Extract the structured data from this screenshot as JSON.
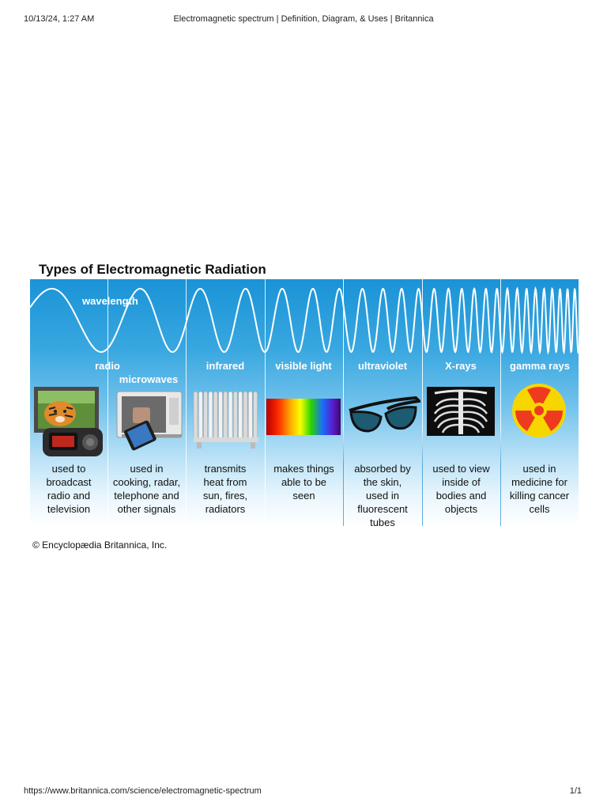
{
  "page_header": {
    "datetime": "10/13/24, 1:27 AM",
    "title": "Electromagnetic spectrum | Definition, Diagram, & Uses | Britannica"
  },
  "page_footer": {
    "url": "https://www.britannica.com/science/electromagnetic-spectrum",
    "page": "1/1"
  },
  "figure": {
    "title": "Types of Electromagnetic Radiation",
    "wavelength_label": "wavelength",
    "credit": "© Encyclopædia Britannica, Inc.",
    "colors": {
      "sky_top": "#1a93d6",
      "sky_bottom": "#ffffff",
      "wave": "#ffffff"
    },
    "bands": [
      {
        "name": "radio",
        "icon": "tv-and-clock-radio-icon",
        "description": [
          "used to",
          "broadcast",
          "radio and",
          "television"
        ]
      },
      {
        "name": "microwaves",
        "icon": "microwave-oven-and-phone-icon",
        "description": [
          "used in",
          "cooking, radar,",
          "telephone and",
          "other signals"
        ]
      },
      {
        "name": "infrared",
        "icon": "radiator-icon",
        "description": [
          "transmits",
          "heat from",
          "sun, fires,",
          "radiators"
        ]
      },
      {
        "name": "visible light",
        "icon": "rainbow-spectrum-icon",
        "description": [
          "makes things",
          "able to be",
          "seen"
        ]
      },
      {
        "name": "ultraviolet",
        "icon": "sunglasses-icon",
        "description": [
          "absorbed by",
          "the skin,",
          "used in",
          "fluorescent",
          "tubes"
        ]
      },
      {
        "name": "X-rays",
        "icon": "xray-ribcage-icon",
        "description": [
          "used to view",
          "inside of",
          "bodies and",
          "objects"
        ]
      },
      {
        "name": "gamma rays",
        "icon": "radiation-symbol-icon",
        "description": [
          "used in",
          "medicine for",
          "killing cancer",
          "cells"
        ]
      }
    ]
  }
}
